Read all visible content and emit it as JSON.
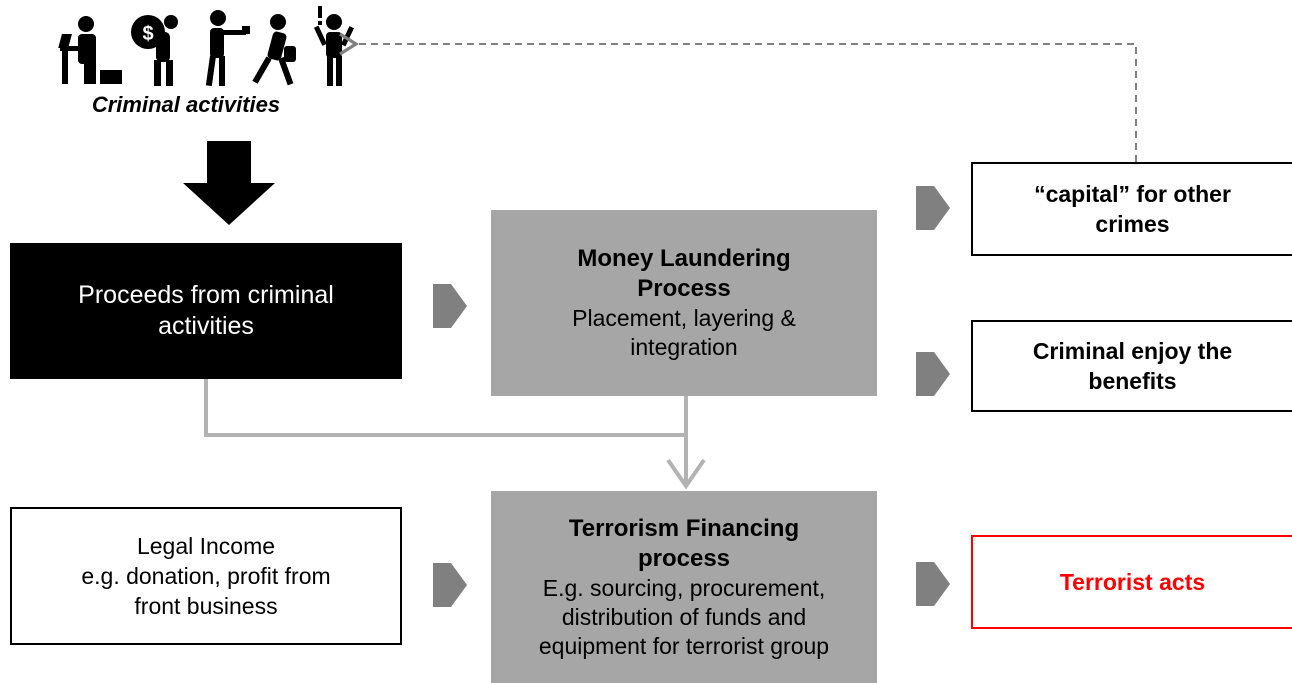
{
  "criminal_activities": "Criminal activities",
  "proceeds": {
    "line1": "Proceeds from criminal",
    "line2": "activities"
  },
  "money_laundering": {
    "title_line1": "Money Laundering",
    "title_line2": "Process",
    "desc_line1": "Placement, layering &",
    "desc_line2": "integration"
  },
  "capital": {
    "line1": "“capital” for other",
    "line2": "crimes"
  },
  "enjoy": {
    "line1": "Criminal enjoy the",
    "line2": "benefits"
  },
  "legal_income": {
    "line1": "Legal Income",
    "line2": "e.g. donation, profit from",
    "line3": "front business"
  },
  "terrorism_financing": {
    "title_line1": "Terrorism Financing",
    "title_line2": "process",
    "desc_line1": "E.g. sourcing, procurement,",
    "desc_line2": "distribution of funds and",
    "desc_line3": "equipment for terrorist group"
  },
  "terrorist_acts": "Terrorist acts",
  "colors": {
    "grey_box": "#a6a6a6",
    "arrow_grey": "#808080",
    "connector": "#b3b3b3",
    "red": "#ff0000"
  }
}
